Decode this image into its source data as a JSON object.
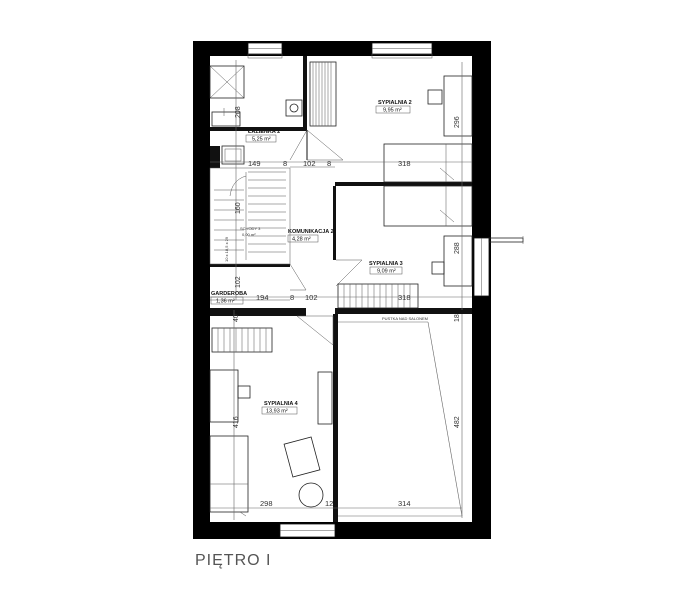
{
  "floor_title": "PIĘTRO I",
  "rooms": {
    "lazienka": {
      "name": "ŁAZIENKA 2",
      "area": "5,25 m²"
    },
    "sypialnia2": {
      "name": "SYPIALNIA 2",
      "area": "9,95 m²"
    },
    "schody": {
      "name": "SCHODY 3",
      "area": "0,00 m²"
    },
    "komunikacja": {
      "name": "KOMUNIKACJA 2",
      "area": "4,28 m²"
    },
    "sypialnia3": {
      "name": "SYPIALNIA 3",
      "area": "9,09 m²"
    },
    "garderoba": {
      "name": "GARDEROBA",
      "area": "1,36 m²"
    },
    "sypialnia4": {
      "name": "SYPIALNIA 4",
      "area": "13,93 m²"
    }
  },
  "annotations": {
    "void": "PUSTKA NAD SALONEM",
    "stair_spec": "10 x 18,5 x 29"
  },
  "dimensions": {
    "d149": "149",
    "d8a": "8",
    "d102a": "102",
    "d8b": "8",
    "d318a": "318",
    "d194": "194",
    "d8c": "8",
    "d102b": "102",
    "d318b": "318",
    "d298": "298",
    "d12": "12",
    "d314": "314",
    "v208": "208",
    "v296": "296",
    "v160": "160",
    "v102": "102",
    "v288": "288",
    "v18": "18",
    "v40": "40",
    "v416": "416",
    "v482": "482"
  }
}
